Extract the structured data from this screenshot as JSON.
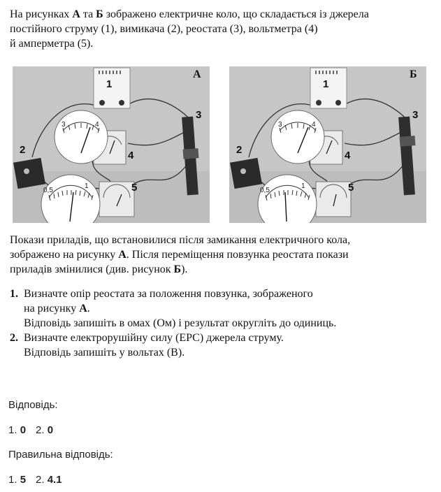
{
  "intro": {
    "part1": "На рисунках ",
    "label_a": "А",
    "part2": " та ",
    "label_b": "Б",
    "part3": " зображено електричне коло, що складається із джерела",
    "line2": "постійного струму (1), вимикача (2), реостата (3), вольтметра (4)",
    "line3": "й амперметра (5)."
  },
  "photos": {
    "a": {
      "corner_label": "А",
      "n1": "1",
      "n2": "2",
      "n3": "3",
      "n4": "4",
      "n5": "5",
      "volt_tick_left": "3",
      "volt_tick_right": "4",
      "amp_tick_left": "0,5",
      "amp_tick_right": "1"
    },
    "b": {
      "corner_label": "Б",
      "n1": "1",
      "n2": "2",
      "n3": "3",
      "n4": "4",
      "n5": "5",
      "volt_tick_left": "3",
      "volt_tick_right": "4",
      "amp_tick_left": "0,5",
      "amp_tick_right": "1"
    }
  },
  "paragraph": {
    "line1": "Покази приладів, що встановилися після замикання електричного кола,",
    "line2_pre": "зображено на рисунку ",
    "line2_bold": "А",
    "line2_post": ". Після переміщення повзунка реостата покази",
    "line3_pre": "приладів змінилися (див. рисунок ",
    "line3_bold": "Б",
    "line3_post": ")."
  },
  "tasks": [
    {
      "num": "1.",
      "line1": "Визначте опір реостата за положення повзунка, зображеного",
      "line2_pre": "на рисунку ",
      "line2_bold": "А",
      "line2_post": ".",
      "line3": "Відповідь запишіть в омах (Ом) і результат округліть до одиниць."
    },
    {
      "num": "2.",
      "line1": "Визначте електрорушійну силу (ЕРС) джерела струму.",
      "line2": "Відповідь запишіть у вольтах (В)."
    }
  ],
  "user_answer": {
    "label": "Відповідь:",
    "n1": "1.",
    "v1": "0",
    "n2": "2.",
    "v2": "0"
  },
  "correct_answer": {
    "label": "Правильна відповідь:",
    "n1": "1.",
    "v1": "5",
    "n2": "2.",
    "v2": "4.1"
  }
}
